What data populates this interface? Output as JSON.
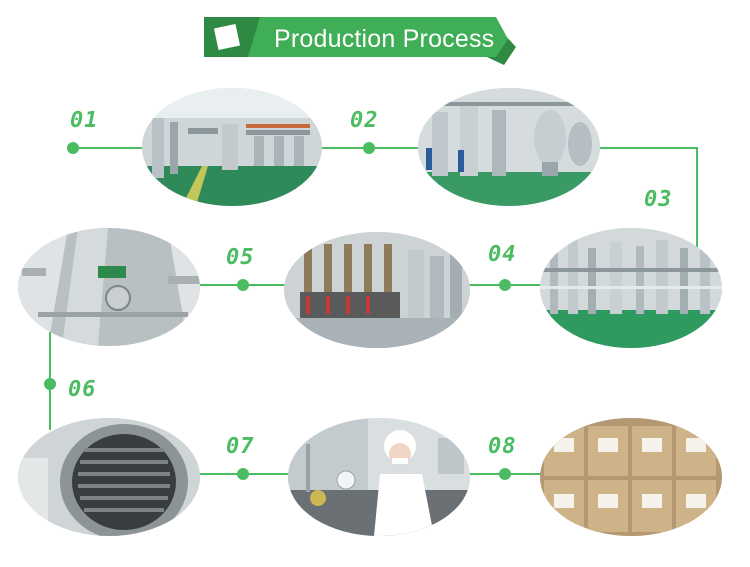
{
  "header": {
    "title": "Production Process",
    "colors": {
      "dark_green": "#2e8a42",
      "green": "#3fae57",
      "light_green": "#58c46e"
    }
  },
  "accent_color": "#4cbc62",
  "steps": [
    {
      "number": "01",
      "scene": "factory-hall-icon"
    },
    {
      "number": "02",
      "scene": "evaporator-tanks-icon"
    },
    {
      "number": "03",
      "scene": "pipeline-workshop-icon"
    },
    {
      "number": "04",
      "scene": "column-filtration-icon"
    },
    {
      "number": "05",
      "scene": "spray-dryer-icon"
    },
    {
      "number": "06",
      "scene": "vacuum-dryer-icon"
    },
    {
      "number": "07",
      "scene": "laboratory-test-icon"
    },
    {
      "number": "08",
      "scene": "packed-drums-icon"
    }
  ]
}
